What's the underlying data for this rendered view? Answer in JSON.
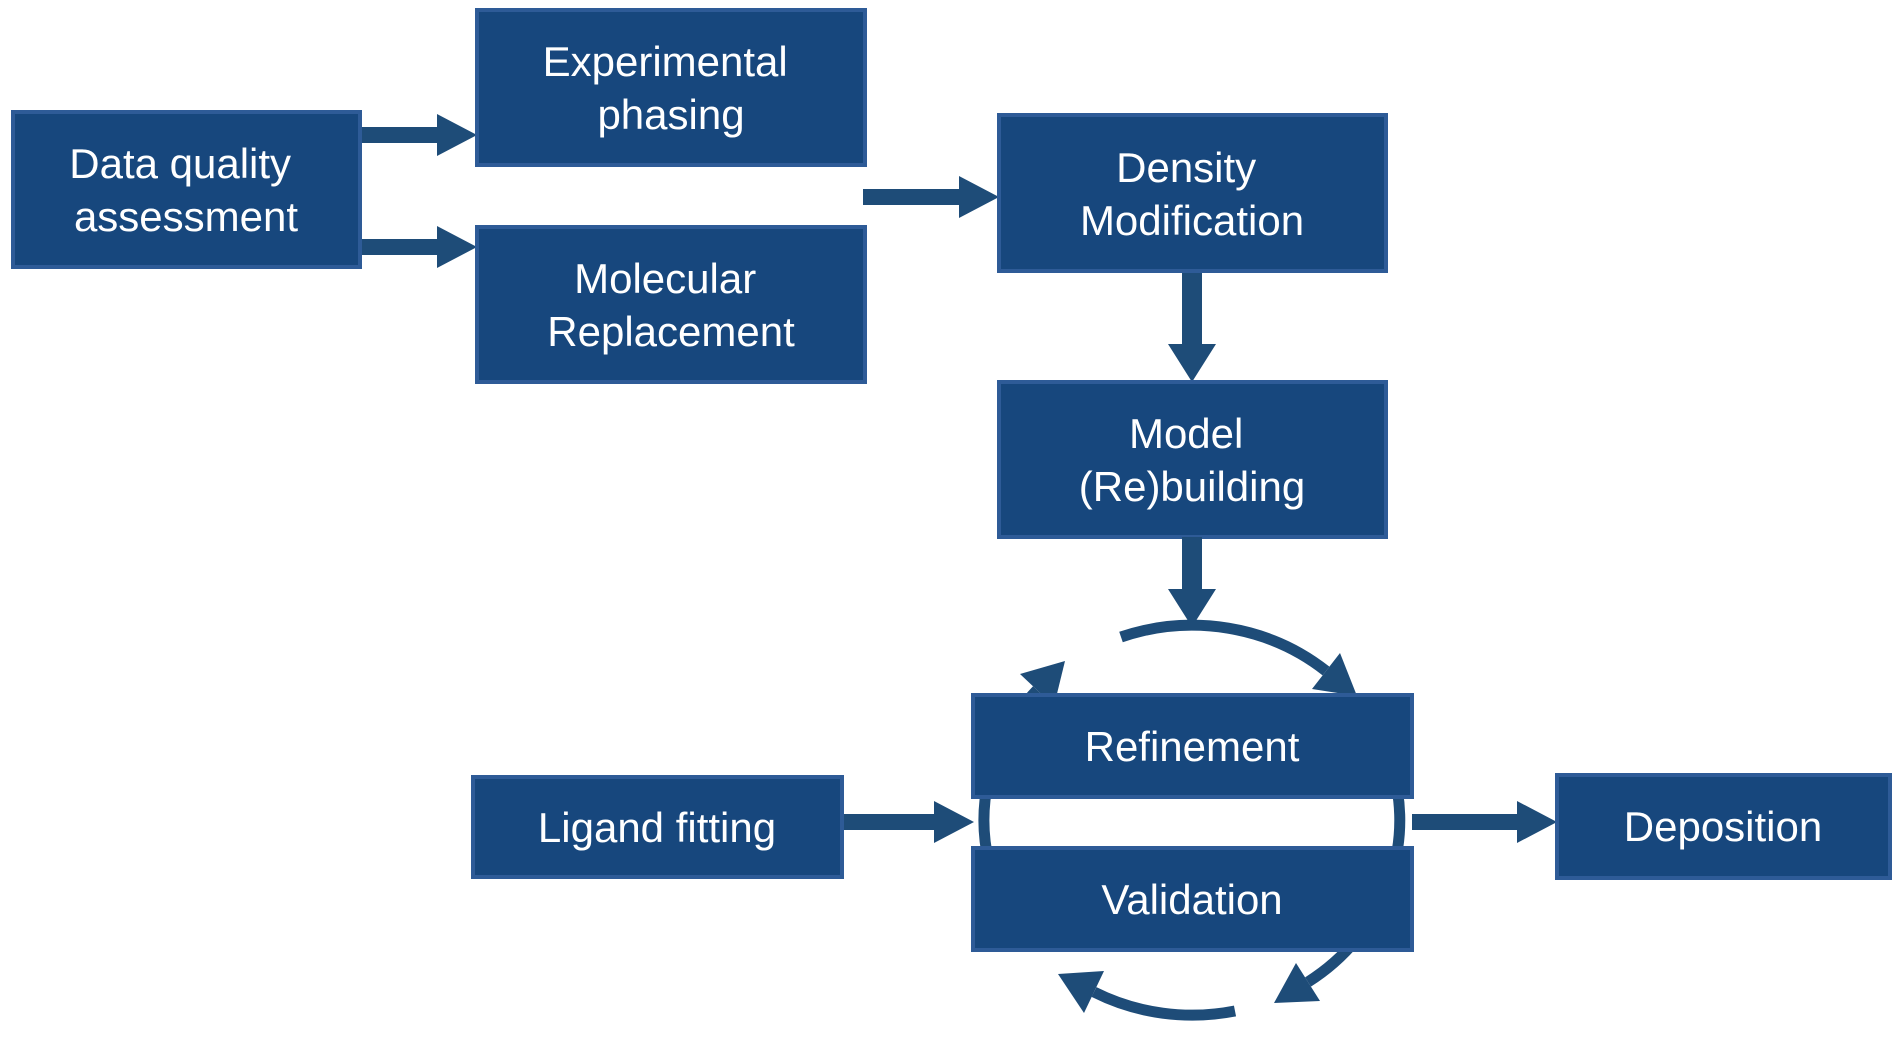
{
  "nodes": [
    {
      "id": "data-quality-assessment",
      "lines": [
        "Data quality",
        "assessment"
      ]
    },
    {
      "id": "experimental-phasing",
      "lines": [
        "Experimental",
        "phasing"
      ]
    },
    {
      "id": "molecular-replacement",
      "lines": [
        "Molecular",
        "Replacement"
      ]
    },
    {
      "id": "density-modification",
      "lines": [
        "Density",
        "Modification"
      ]
    },
    {
      "id": "model-rebuilding",
      "lines": [
        "Model",
        "(Re)building"
      ]
    },
    {
      "id": "refinement",
      "lines": [
        "Refinement"
      ]
    },
    {
      "id": "validation",
      "lines": [
        "Validation"
      ]
    },
    {
      "id": "ligand-fitting",
      "lines": [
        "Ligand fitting"
      ]
    },
    {
      "id": "deposition",
      "lines": [
        "Deposition"
      ]
    }
  ],
  "edges": [
    {
      "from": "data-quality-assessment",
      "to": "experimental-phasing"
    },
    {
      "from": "data-quality-assessment",
      "to": "molecular-replacement"
    },
    {
      "from": "experimental-phasing/molecular-replacement",
      "to": "density-modification"
    },
    {
      "from": "density-modification",
      "to": "model-rebuilding"
    },
    {
      "from": "model-rebuilding",
      "to": "refinement-validation-cycle"
    },
    {
      "from": "ligand-fitting",
      "to": "refinement-validation-cycle"
    },
    {
      "from": "refinement-validation-cycle",
      "to": "deposition"
    }
  ],
  "cycle": {
    "between": [
      "refinement",
      "validation"
    ],
    "direction": "clockwise"
  },
  "colors": {
    "background": "#FFFFFF",
    "box_fill": "#17477D",
    "box_border": "#2E5B97",
    "arrow": "#1E4C78",
    "text": "#FFFFFF"
  }
}
